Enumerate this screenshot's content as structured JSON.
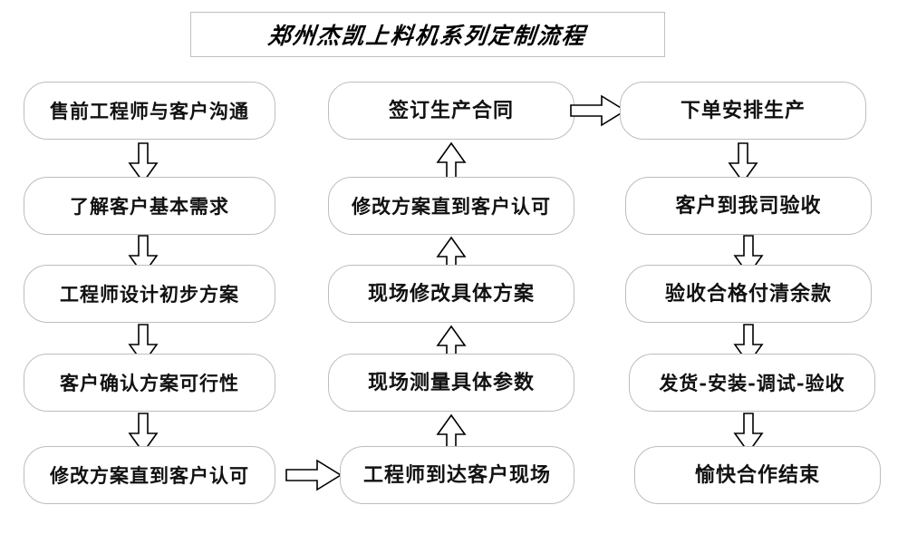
{
  "diagram": {
    "title": "郑州杰凯上料机系列定制流程",
    "columns": [
      {
        "id": "left",
        "direction": "down",
        "nodes": [
          {
            "id": "l1",
            "label": "售前工程师与客户沟通"
          },
          {
            "id": "l2",
            "label": "了解客户基本需求"
          },
          {
            "id": "l3",
            "label": "工程师设计初步方案"
          },
          {
            "id": "l4",
            "label": "客户确认方案可行性"
          },
          {
            "id": "l5",
            "label": "修改方案直到客户认可"
          }
        ]
      },
      {
        "id": "middle",
        "direction": "up",
        "nodes": [
          {
            "id": "m1",
            "label": "签订生产合同"
          },
          {
            "id": "m2",
            "label": "修改方案直到客户认可"
          },
          {
            "id": "m3",
            "label": "现场修改具体方案"
          },
          {
            "id": "m4",
            "label": "现场测量具体参数"
          },
          {
            "id": "m5",
            "label": "工程师到达客户现场"
          }
        ]
      },
      {
        "id": "right",
        "direction": "down",
        "nodes": [
          {
            "id": "r1",
            "label": "下单安排生产"
          },
          {
            "id": "r2",
            "label": "客户到我司验收"
          },
          {
            "id": "r3",
            "label": "验收合格付清余款"
          },
          {
            "id": "r4",
            "label": "发货-安装-调试-验收"
          },
          {
            "id": "r5",
            "label": "愉快合作结束"
          }
        ]
      }
    ],
    "connectors": [
      {
        "id": "c-l1-l2",
        "type": "arrow-down"
      },
      {
        "id": "c-l2-l3",
        "type": "arrow-down"
      },
      {
        "id": "c-l3-l4",
        "type": "arrow-down"
      },
      {
        "id": "c-l4-l5",
        "type": "arrow-down"
      },
      {
        "id": "c-l5-m5",
        "type": "arrow-right"
      },
      {
        "id": "c-m5-m4",
        "type": "arrow-up"
      },
      {
        "id": "c-m4-m3",
        "type": "arrow-up"
      },
      {
        "id": "c-m3-m2",
        "type": "arrow-up"
      },
      {
        "id": "c-m2-m1",
        "type": "arrow-up"
      },
      {
        "id": "c-m1-r1",
        "type": "arrow-right"
      },
      {
        "id": "c-r1-r2",
        "type": "arrow-down"
      },
      {
        "id": "c-r2-r3",
        "type": "arrow-down"
      },
      {
        "id": "c-r3-r4",
        "type": "arrow-down"
      },
      {
        "id": "c-r4-r5",
        "type": "arrow-down"
      }
    ],
    "colors": {
      "background": "#ffffff",
      "node_border": "#bdbdbd",
      "node_fill": "#ffffff",
      "text": "#111111",
      "arrow_stroke": "#000000",
      "arrow_fill": "#ffffff",
      "title_border": "#c0c0c0"
    }
  }
}
